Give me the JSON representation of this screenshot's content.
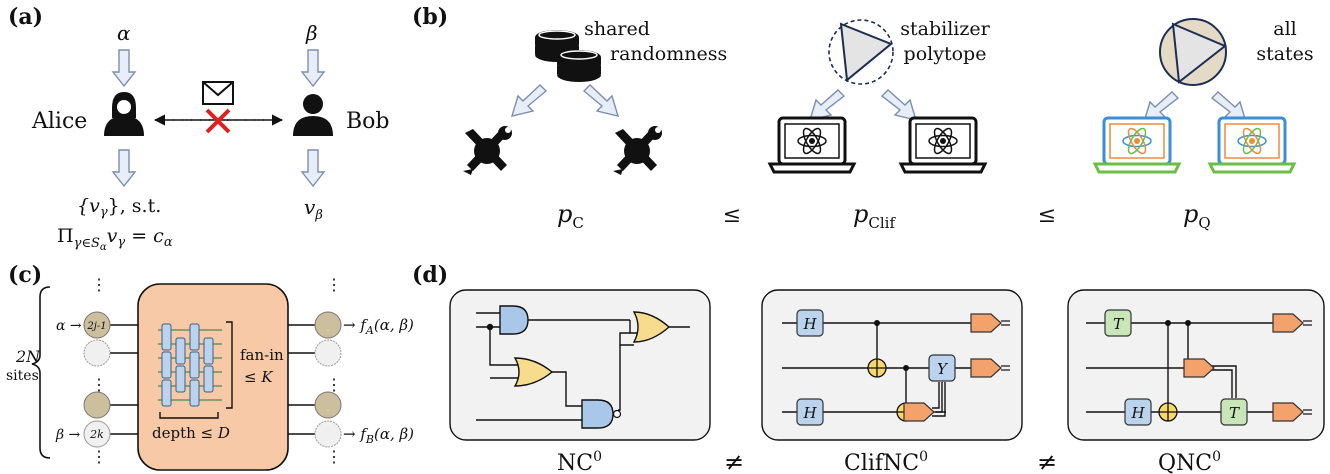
{
  "panel_labels": {
    "a": "(a)",
    "b": "(b)",
    "c": "(c)",
    "d": "(d)"
  },
  "panel_a": {
    "alpha": "α",
    "beta": "β",
    "alice": "Alice",
    "bob": "Bob",
    "alice_output_line1": "{v",
    "alice_output_sub1": "γ",
    "alice_output_tail1": "}, s.t.",
    "alice_output_line2": "Π",
    "alice_output_sub2": "γ∈S",
    "alice_output_subsub2": "α",
    "alice_output_tail2": "v",
    "alice_output_sub3": "γ",
    "alice_output_eq": " = c",
    "alice_output_sub4": "α",
    "bob_output": "v",
    "bob_output_sub": "β"
  },
  "panel_b": {
    "label_shared": [
      "shared",
      "randomness"
    ],
    "label_stabilizer": [
      "stabilizer",
      "polytope"
    ],
    "label_all": [
      "all",
      "states"
    ],
    "p_c": "p",
    "p_c_sub": "C",
    "p_clif": "p",
    "p_clif_sub": "Clif",
    "p_q": "p",
    "p_q_sub": "Q",
    "leq1": "≤",
    "leq2": "≤"
  },
  "panel_c": {
    "sites": [
      "2N",
      "sites"
    ],
    "alpha_in": "α →",
    "beta_in": "β →",
    "node_top": "2j-1",
    "node_bottom": "2k",
    "fan_in": [
      "fan-in",
      "≤ K"
    ],
    "depth": "depth ≤ D",
    "fa": "→ f",
    "fa_sub": "A",
    "fa_args": "(α, β)",
    "fb": "→ f",
    "fb_sub": "B",
    "fb_args": "(α, β)",
    "dots": "⋮"
  },
  "panel_d": {
    "nc0": "NC",
    "nc0_sup": "0",
    "clifnc0": "ClifNC",
    "clifnc0_sup": "0",
    "qnc0": "QNC",
    "qnc0_sup": "0",
    "neq1": "≠",
    "neq2": "≠",
    "gate_h": "H",
    "gate_y": "Y",
    "gate_t": "T"
  },
  "colors": {
    "arrow_fill": "#e8eef7",
    "arrow_stroke": "#7b8fb0",
    "red_cross": "#e02020",
    "circuit_panel": "#f7c9a6",
    "gate_blue": "#bcd3ee",
    "gate_green": "#c9e6b8",
    "gate_orange": "#f4a26b",
    "and_blue": "#a9c7e8",
    "or_yellow": "#f7dc8e",
    "xor_yellow": "#f9d76b",
    "node_tan": "#cbbf9e",
    "box_bg": "#f2f2f2"
  }
}
